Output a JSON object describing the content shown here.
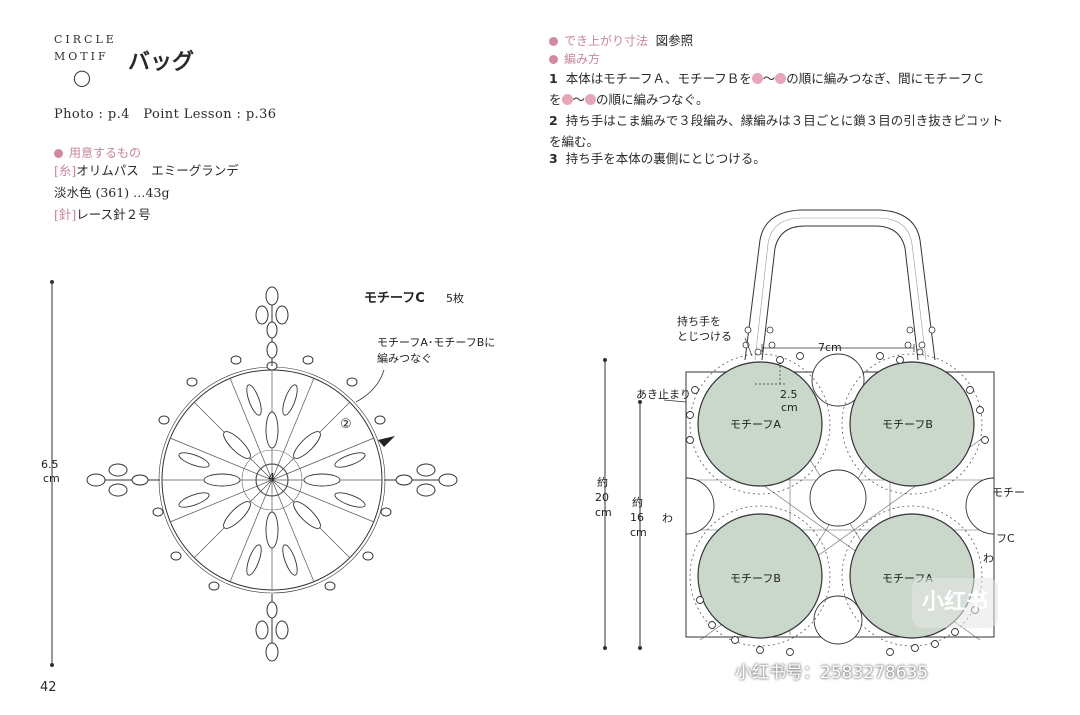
{
  "header": {
    "brand_line1": "CIRCLE",
    "brand_line2": "MOTIF",
    "title": "バッグ",
    "photo_ref": "Photo : p.4",
    "lesson_ref": "Point Lesson : p.36"
  },
  "materials": {
    "heading": "用意するもの",
    "yarn_tag": "[糸]",
    "yarn": "オリムパス　エミーグランデ",
    "color": "淡水色 (361) …43g",
    "needle_tag": "[針]",
    "needle": "レース針２号"
  },
  "finished_size": {
    "heading": "でき上がり寸法",
    "value": "図参照"
  },
  "instructions": {
    "heading": "編み方",
    "steps": [
      {
        "num": "1",
        "part1": "本体はモチーフＡ、モチーフＢを",
        "part2": "〜",
        "part3": "の順に編みつなぎ、間にモチーフＣ",
        "part4": "を",
        "part5": "〜",
        "part6": "の順に編みつなぐ。"
      },
      {
        "num": "2",
        "text1": "持ち手はこま編みで３段編み、縁編みは３目ごとに鎖３目の引き抜きピコット",
        "text2": "を編む。"
      },
      {
        "num": "3",
        "text": "持ち手を本体の裏側にとじつける。"
      }
    ]
  },
  "motif_diagram": {
    "title": "モチーフC",
    "count": "5枚",
    "height_label_1": "6.5",
    "height_label_2": "cm",
    "join_note_1": "モチーフA･モチーフBに",
    "join_note_2": "編みつなぐ",
    "round_2": "②",
    "round_4": "4"
  },
  "bag_diagram": {
    "handle_attach_1": "持ち手を",
    "handle_attach_2": "とじつける",
    "width_label": "7cm",
    "gap_label_1": "2.5",
    "gap_label_2": "cm",
    "opening_end": "あき止まり",
    "motif_a": "モチーフA",
    "motif_b_top": "モチーフB",
    "motif_b_bottom_left": "モチーフB",
    "motif_a_bottom_right": "モチーフA",
    "motif_c_1": "モチー",
    "motif_c_2": "フC",
    "height_outer_1": "約",
    "height_outer_2": "20",
    "height_outer_3": "cm",
    "height_inner_1": "約",
    "height_inner_2": "16",
    "height_inner_3": "cm",
    "ring_left": "わ",
    "ring_right": "わ"
  },
  "page": {
    "number": "42"
  },
  "watermark": {
    "logo": "小红书",
    "text": "小红书号：2583278635"
  },
  "colors": {
    "accent": "#d08aa0",
    "motif_fill": "#c9d8ca",
    "line": "#333333"
  }
}
